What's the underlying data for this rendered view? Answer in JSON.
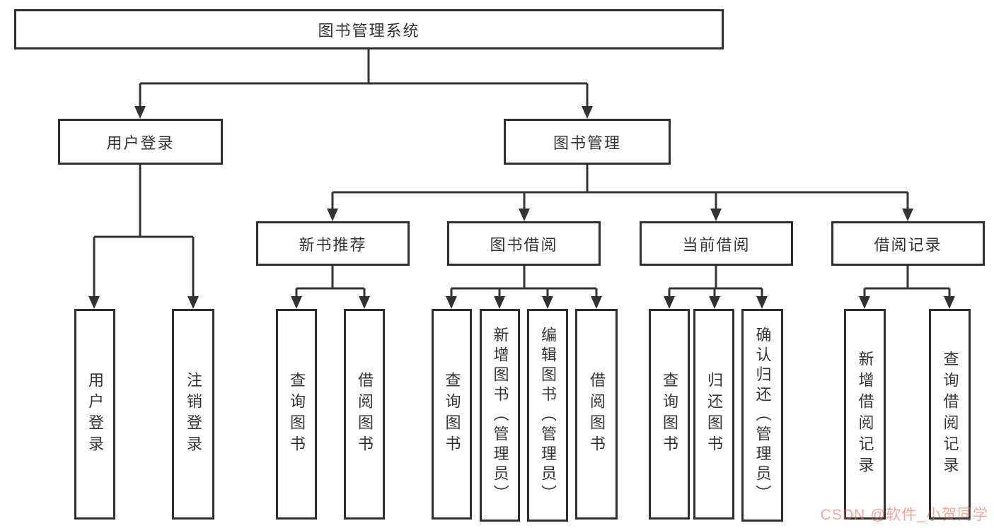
{
  "diagram": {
    "title": "图书管理系统",
    "type": "hierarchy-tree",
    "nodes": {
      "root": "图书管理系统",
      "user_login": "用户登录",
      "book_mgmt": "图书管理",
      "new_book_rec": "新书推荐",
      "book_borrow": "图书借阅",
      "current_borrow": "当前借阅",
      "borrow_records": "借阅记录",
      "leaf_user_login": "用户登录",
      "leaf_logout": "注销登录",
      "nb_query_books": "查询图书",
      "nb_borrow_books": "借阅图书",
      "bb_query_books": "查询图书",
      "bb_add_books": "新增图书（管理员）",
      "bb_edit_books": "编辑图书（管理员）",
      "bb_borrow_books": "借阅图书",
      "cb_query_books": "查询图书",
      "cb_return_books": "归还图书",
      "cb_confirm_return": "确认归还（管理员）",
      "br_add_record": "新增借阅记录",
      "br_query_record": "查询借阅记录"
    },
    "edges": [
      [
        "root",
        "user_login"
      ],
      [
        "root",
        "book_mgmt"
      ],
      [
        "user_login",
        "leaf_user_login"
      ],
      [
        "user_login",
        "leaf_logout"
      ],
      [
        "book_mgmt",
        "new_book_rec"
      ],
      [
        "book_mgmt",
        "book_borrow"
      ],
      [
        "book_mgmt",
        "current_borrow"
      ],
      [
        "book_mgmt",
        "borrow_records"
      ],
      [
        "new_book_rec",
        "nb_query_books"
      ],
      [
        "new_book_rec",
        "nb_borrow_books"
      ],
      [
        "book_borrow",
        "bb_query_books"
      ],
      [
        "book_borrow",
        "bb_add_books"
      ],
      [
        "book_borrow",
        "bb_edit_books"
      ],
      [
        "book_borrow",
        "bb_borrow_books"
      ],
      [
        "current_borrow",
        "cb_query_books"
      ],
      [
        "current_borrow",
        "cb_return_books"
      ],
      [
        "current_borrow",
        "cb_confirm_return"
      ],
      [
        "borrow_records",
        "br_add_record"
      ],
      [
        "borrow_records",
        "br_query_record"
      ]
    ],
    "colors": {
      "line": "#333333",
      "box_border": "#2f2f2f",
      "text": "#333333",
      "background": "#ffffff",
      "watermark": "#f05a46"
    }
  },
  "watermark": {
    "text": "CSDN @软件_小贺同学"
  }
}
